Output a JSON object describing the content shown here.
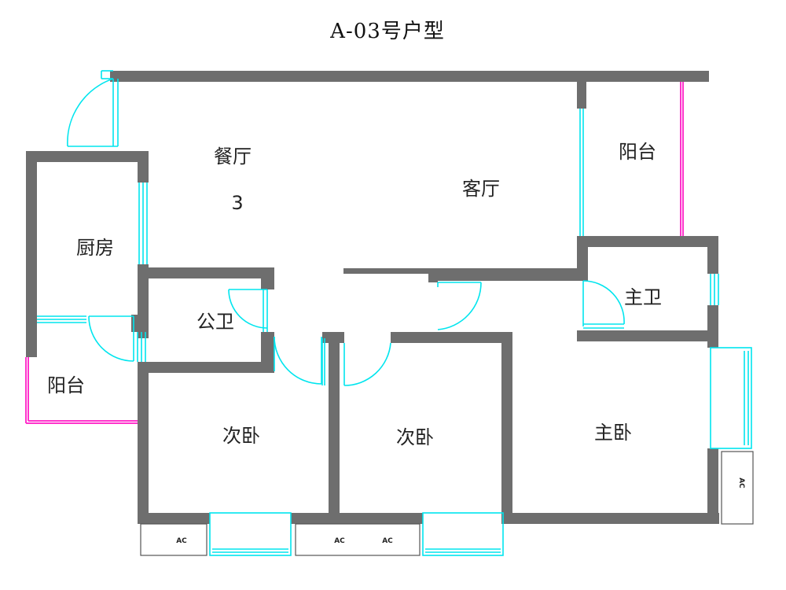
{
  "title": "A-03号户型",
  "rooms": {
    "dining": "餐厅",
    "dining_mark": "3",
    "living": "客厅",
    "balcony_top": "阳台",
    "kitchen": "厨房",
    "master_bath": "主卫",
    "public_bath": "公卫",
    "balcony_left": "阳台",
    "second_bed_1": "次卧",
    "second_bed_2": "次卧",
    "master_bed": "主卧"
  },
  "ac_labels": {
    "ac1": "AC",
    "ac2": "AC",
    "ac3": "AC",
    "ac4": "AC"
  },
  "colors": {
    "wall": "#6e6e6e",
    "window": "#00e5ee",
    "railing": "#ff33cc"
  }
}
